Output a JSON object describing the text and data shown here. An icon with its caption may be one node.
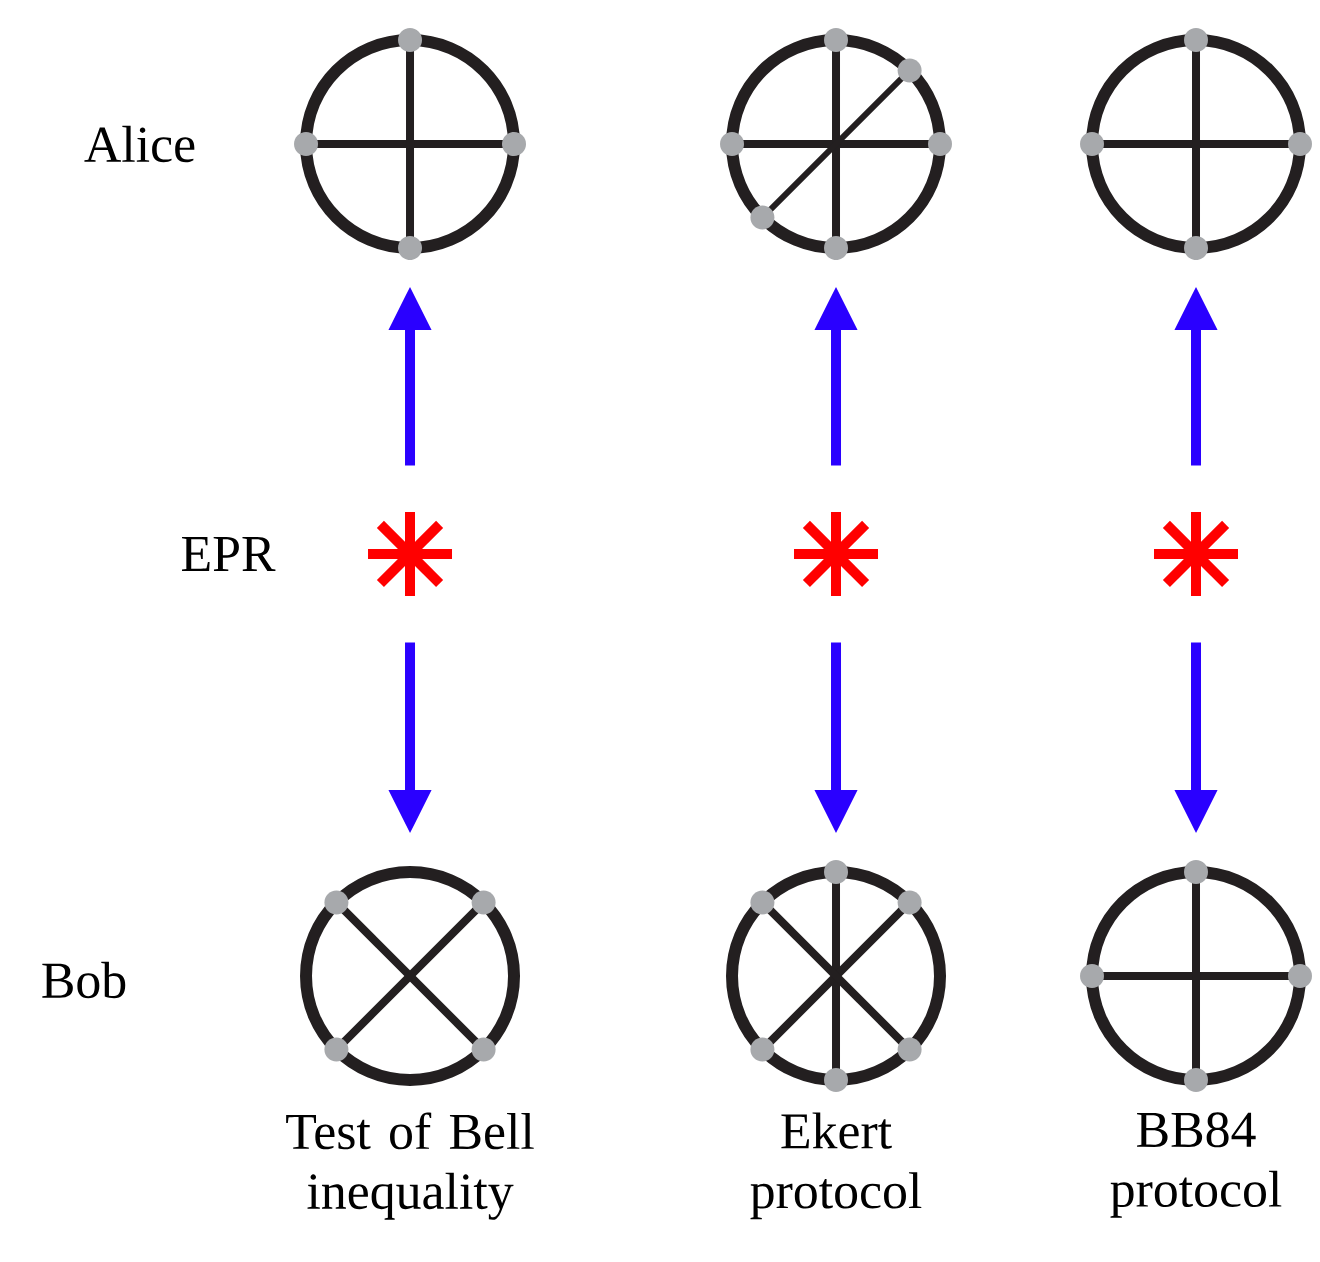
{
  "diagram": {
    "nodes": [
      {
        "text": [],
        "shape": "circle"
      },
      {
        "text": [],
        "shape": "circle"
      },
      {
        "text": [],
        "shape": "circle"
      },
      {
        "text": [],
        "shape": "star"
      },
      {
        "text": [],
        "shape": "star"
      },
      {
        "text": [],
        "shape": "star"
      },
      {
        "text": [],
        "shape": "circle",
        "beside": [
          "Test of Bell inequality"
        ]
      },
      {
        "text": [],
        "shape": "circle",
        "beside": [
          "Ekert protocol"
        ]
      },
      {
        "text": [],
        "shape": "circle",
        "beside": [
          "BB84 protocol"
        ]
      }
    ],
    "edges": [
      {
        "from": 3,
        "to": 0,
        "arrow": "to"
      },
      {
        "from": 3,
        "to": 6,
        "arrow": "to"
      },
      {
        "from": 4,
        "to": 1,
        "arrow": "to"
      },
      {
        "from": 4,
        "to": 7,
        "arrow": "to"
      },
      {
        "from": 5,
        "to": 2,
        "arrow": "to"
      },
      {
        "from": 5,
        "to": 8,
        "arrow": "to"
      }
    ],
    "labels": [
      "Alice",
      "EPR",
      "Bob"
    ]
  }
}
